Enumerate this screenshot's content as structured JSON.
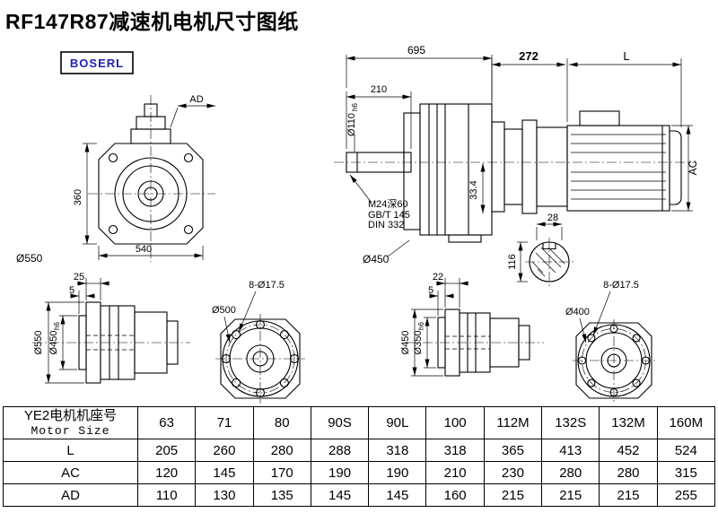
{
  "page": {
    "title": "RF147R87减速机电机尺寸图纸",
    "logo": "BOSERL"
  },
  "front_view": {
    "ad": "AD",
    "height": "360",
    "width": "540",
    "outer_dia": "Ø550"
  },
  "side_view": {
    "overall_length": "695",
    "shaft_length": "210",
    "shaft_dia": "Ø110",
    "shaft_tol": "h6",
    "tap_hole": "M24深60",
    "standard_1": "GB/T 145",
    "standard_2": "DIN 332",
    "dim_33_4": "33.4",
    "flange_dia": "Ø450"
  },
  "motor_view": {
    "adapter_length": "272",
    "motor_length": "L",
    "motor_height": "AC",
    "dim_28": "28",
    "dim_116": "116"
  },
  "flange_a": {
    "thickness": "25",
    "step": "5",
    "outer_dia": "Ø550",
    "spigot_dia": "Ø450",
    "spigot_tol": "h6"
  },
  "flange_b": {
    "holes": "8-Ø17.5",
    "bolt_circle": "Ø500"
  },
  "flange_c": {
    "thickness": "22",
    "step": "5",
    "outer_dia": "Ø450",
    "spigot_dia": "Ø350",
    "spigot_tol": "h6"
  },
  "flange_d": {
    "holes": "8-Ø17.5",
    "bolt_circle": "Ø400"
  },
  "table": {
    "header_cn": "YE2电机机座号",
    "header_en": "Motor Size",
    "columns": [
      "63",
      "71",
      "80",
      "90S",
      "90L",
      "100",
      "112M",
      "132S",
      "132M",
      "160M"
    ],
    "rows": [
      {
        "label": "L",
        "values": [
          "205",
          "260",
          "280",
          "288",
          "318",
          "318",
          "365",
          "413",
          "452",
          "524"
        ]
      },
      {
        "label": "AC",
        "values": [
          "120",
          "145",
          "170",
          "190",
          "190",
          "210",
          "230",
          "280",
          "280",
          "315"
        ]
      },
      {
        "label": "AD",
        "values": [
          "110",
          "130",
          "135",
          "145",
          "145",
          "160",
          "215",
          "215",
          "215",
          "255"
        ]
      }
    ]
  }
}
